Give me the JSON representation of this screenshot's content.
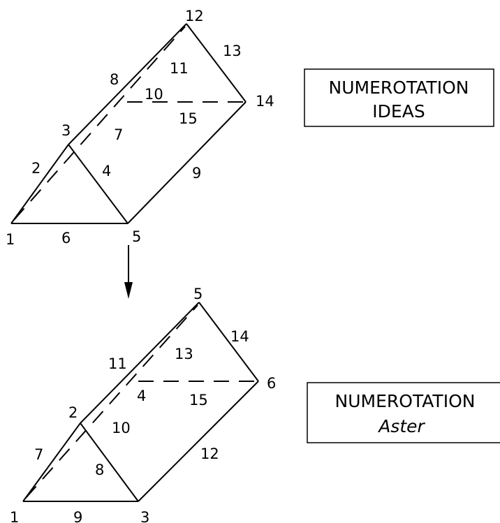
{
  "top_figure": {
    "vertex_labels": [
      "1",
      "3",
      "5",
      "12",
      "14"
    ],
    "edge_labels": [
      "2",
      "4",
      "6",
      "7",
      "8",
      "9",
      "10",
      "11",
      "13",
      "15"
    ]
  },
  "top_box": {
    "line1": "NUMEROTATION",
    "line2": "IDEAS"
  },
  "bottom_figure": {
    "vertex_labels": [
      "1",
      "2",
      "3",
      "5",
      "6"
    ],
    "edge_labels": [
      "4",
      "7",
      "8",
      "9",
      "10",
      "11",
      "12",
      "13",
      "14",
      "15"
    ]
  },
  "bottom_box": {
    "line1": "NUMEROTATION",
    "line2": "Aster"
  }
}
